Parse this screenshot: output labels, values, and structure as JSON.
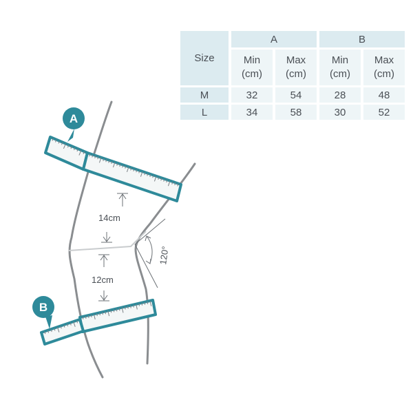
{
  "table": {
    "size_header": "Size",
    "groups": [
      "A",
      "B"
    ],
    "sub_headers": [
      {
        "line1": "Min",
        "line2": "(cm)"
      },
      {
        "line1": "Max",
        "line2": "(cm)"
      },
      {
        "line1": "Min",
        "line2": "(cm)"
      },
      {
        "line1": "Max",
        "line2": "(cm)"
      }
    ],
    "rows": [
      {
        "size": "M",
        "values": [
          "32",
          "54",
          "28",
          "48"
        ]
      },
      {
        "size": "L",
        "values": [
          "34",
          "58",
          "30",
          "52"
        ]
      }
    ]
  },
  "diagram": {
    "marker_a": "A",
    "marker_b": "B",
    "dim_upper": "14cm",
    "dim_lower": "12cm",
    "angle": "120°"
  },
  "colors": {
    "accent": "#2e8a9a",
    "tape_fill": "#f4f7f7",
    "outline": "#8a8d90",
    "header_bg": "#dcebf0",
    "cell_bg": "#eef5f7"
  }
}
